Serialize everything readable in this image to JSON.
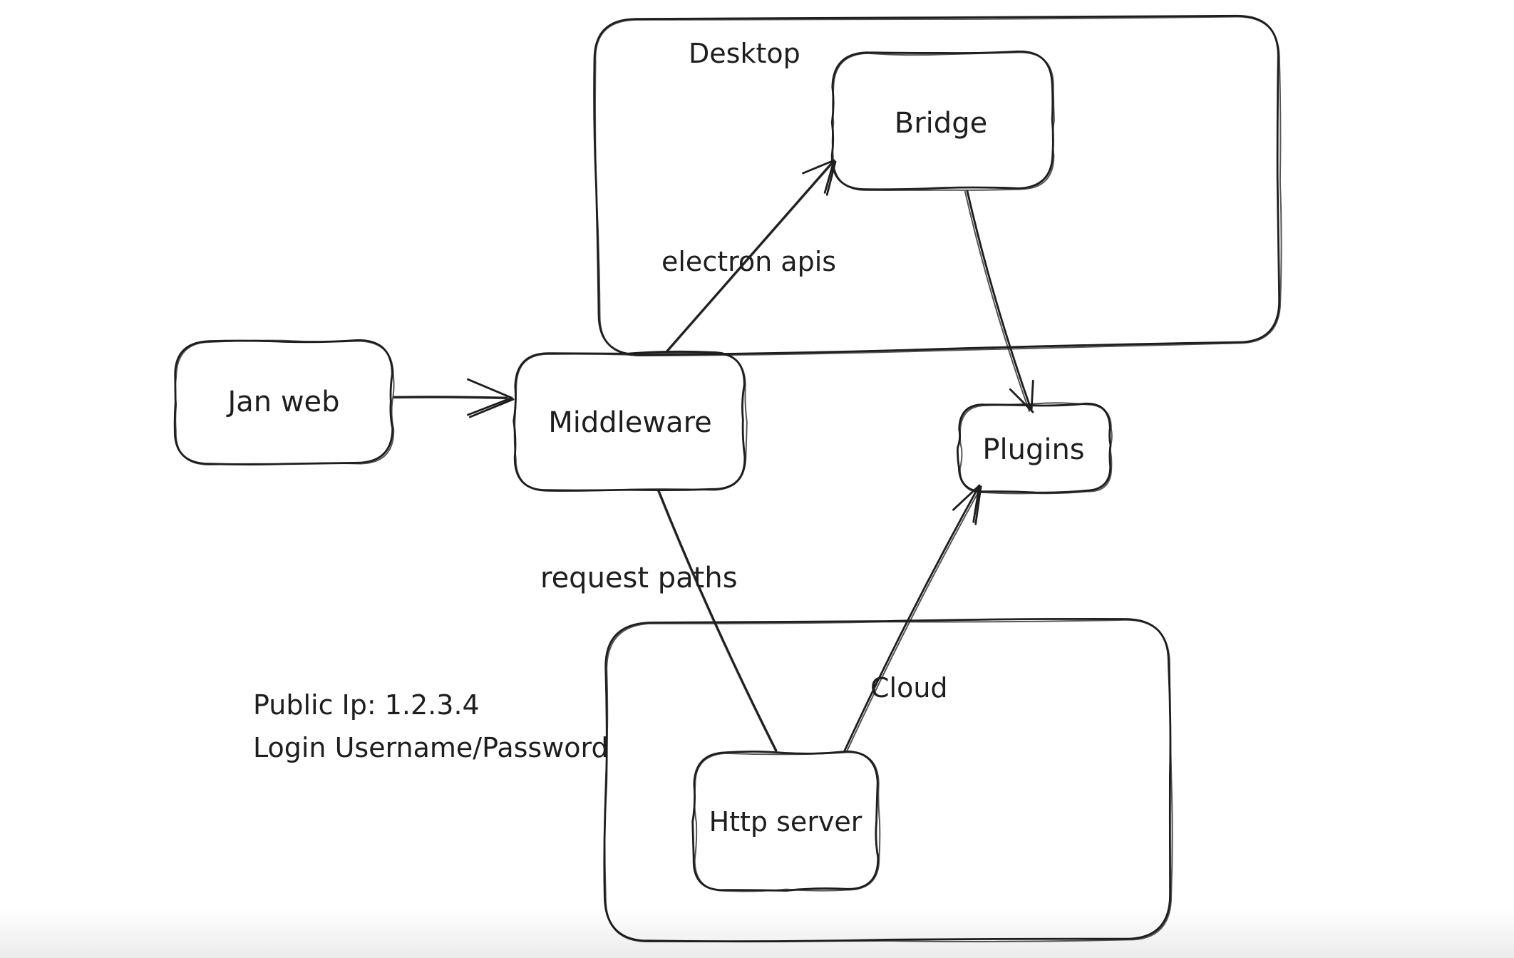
{
  "canvas": {
    "background": "#ffffff",
    "stroke_color": "#1e1e1e",
    "text_color": "#1e1e1e",
    "bottom_fade_color": "#ececec"
  },
  "nodes": {
    "desktop": {
      "label": "Desktop",
      "type": "group-container"
    },
    "bridge": {
      "label": "Bridge",
      "type": "box"
    },
    "jan_web": {
      "label": "Jan web",
      "type": "box"
    },
    "middleware": {
      "label": "Middleware",
      "type": "box"
    },
    "plugins": {
      "label": "Plugins",
      "type": "box"
    },
    "cloud": {
      "label": "Cloud",
      "type": "group-container"
    },
    "http_server": {
      "label": "Http server",
      "type": "box"
    }
  },
  "edges": {
    "jan_web_to_middleware": {
      "from": "jan_web",
      "to": "middleware",
      "label": ""
    },
    "middleware_to_bridge": {
      "from": "middleware",
      "to": "bridge",
      "label": "electron apis"
    },
    "bridge_to_plugins": {
      "from": "bridge",
      "to": "plugins",
      "label": ""
    },
    "middleware_to_http_server": {
      "from": "middleware",
      "to": "http_server",
      "label": "request paths"
    },
    "http_server_to_plugins": {
      "from": "http_server",
      "to": "plugins",
      "label": ""
    }
  },
  "annotations": {
    "public_ip": "Public Ip: 1.2.3.4",
    "login_credentials": "Login Username/Password"
  }
}
